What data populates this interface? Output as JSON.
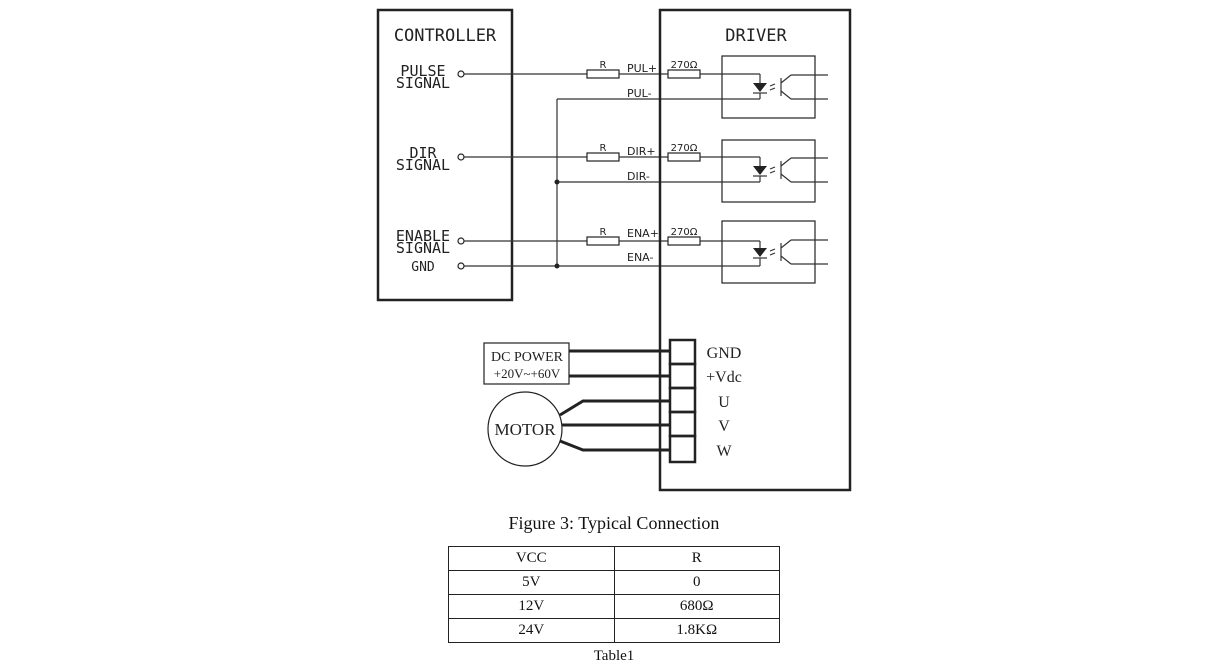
{
  "controller": {
    "title": "CONTROLLER",
    "pulse_line1": "PULSE",
    "pulse_line2": "SIGNAL",
    "dir_line1": "DIR",
    "dir_line2": "SIGNAL",
    "enable_line1": "ENABLE",
    "enable_line2": "SIGNAL",
    "gnd": "GND"
  },
  "driver": {
    "title": "DRIVER",
    "pul_plus": "PUL+",
    "pul_minus": "PUL-",
    "dir_plus": "DIR+",
    "dir_minus": "DIR-",
    "ena_plus": "ENA+",
    "ena_minus": "ENA-",
    "terminals": [
      "GND",
      "+Vdc",
      "U",
      "V",
      "W"
    ]
  },
  "resistor_label": "R",
  "internal_resistor": "270Ω",
  "power": {
    "line1": "DC POWER",
    "line2": "+20V~+60V"
  },
  "motor_label": "MOTOR",
  "figure_caption": "Figure 3: Typical Connection",
  "table": {
    "headers": [
      "VCC",
      "R"
    ],
    "rows": [
      [
        "5V",
        "0"
      ],
      [
        "12V",
        "680Ω"
      ],
      [
        "24V",
        "1.8KΩ"
      ]
    ],
    "caption": "Table1"
  }
}
